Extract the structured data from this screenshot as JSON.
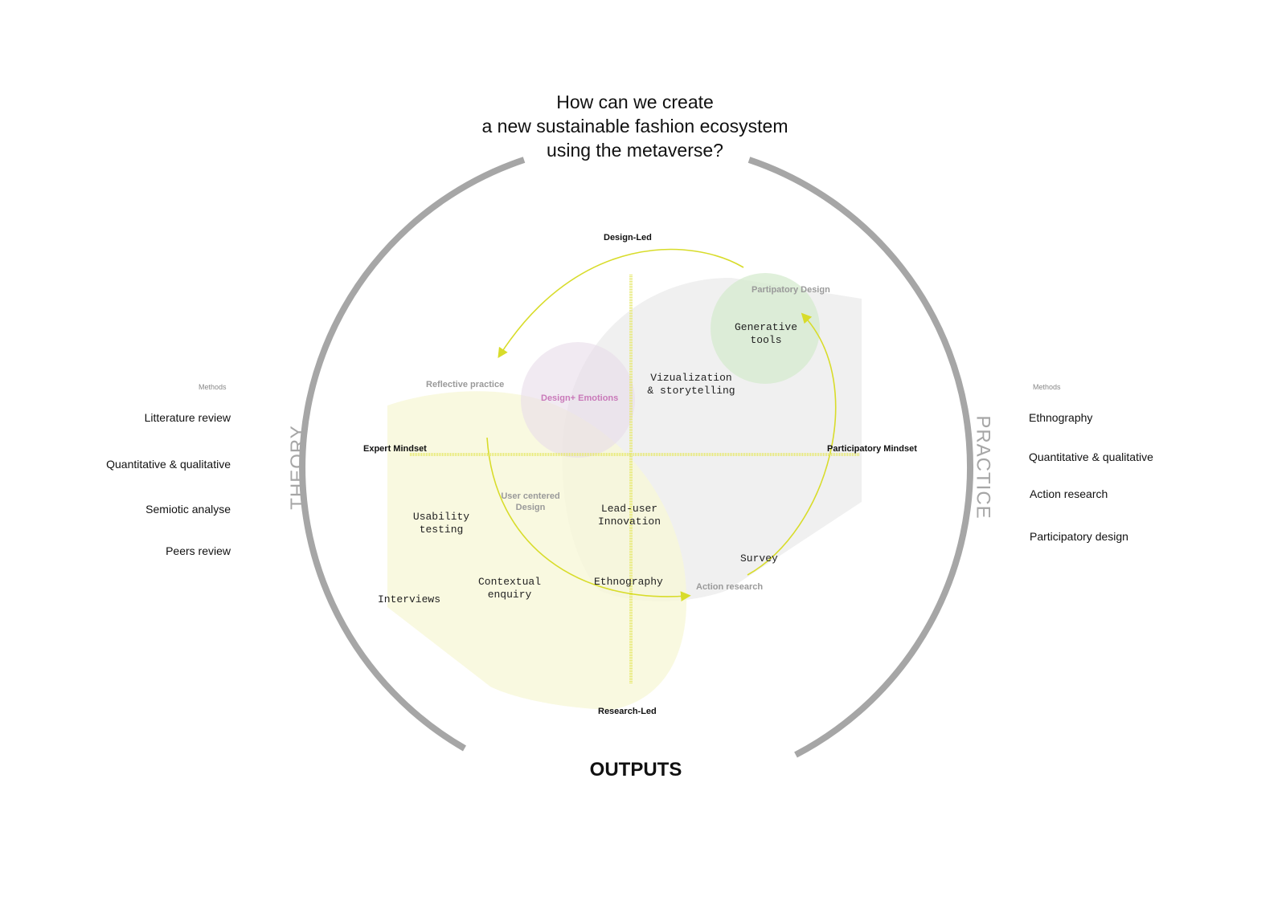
{
  "title": {
    "line1": "How can we create",
    "line2": "a new sustainable fashion ecosystem",
    "line3": "using the metaverse?"
  },
  "outputs_label": "OUTPUTS",
  "theory_label": "THEORY",
  "practice_label": "PRACTICE",
  "left_methods": {
    "heading": "Methods",
    "items": [
      "Litterature review",
      "Quantitative & qualitative",
      "Semiotic analyse",
      "Peers review"
    ]
  },
  "right_methods": {
    "heading": "Methods",
    "items": [
      "Ethnography",
      "Quantitative & qualitative",
      "Action research",
      "Participatory design"
    ]
  },
  "axes": {
    "top": "Design-Led",
    "bottom": "Research-Led",
    "left": "Expert Mindset",
    "right": "Participatory Mindset"
  },
  "approaches": {
    "reflective": "Reflective practice",
    "design_emotions": "Design+ Emotions",
    "participatory": "Partipatory Design",
    "user_centered_1": "User centered",
    "user_centered_2": "Design",
    "action_research": "Action research"
  },
  "techniques": {
    "generative_1": "Generative",
    "generative_2": "tools",
    "viz_1": "Vizualization",
    "viz_2": "& storytelling",
    "usability_1": "Usability",
    "usability_2": "testing",
    "leaduser_1": "Lead-user",
    "leaduser_2": "Innovation",
    "survey": "Survey",
    "contextual_1": "Contextual",
    "contextual_2": "enquiry",
    "ethnography": "Ethnography",
    "interviews": "Interviews"
  },
  "colors": {
    "ring": "#a6a6a6",
    "accent": "#d8dc2a",
    "yellow_area": "#f8f8df",
    "grey_area": "#efefef",
    "purple": "#c979b9"
  }
}
